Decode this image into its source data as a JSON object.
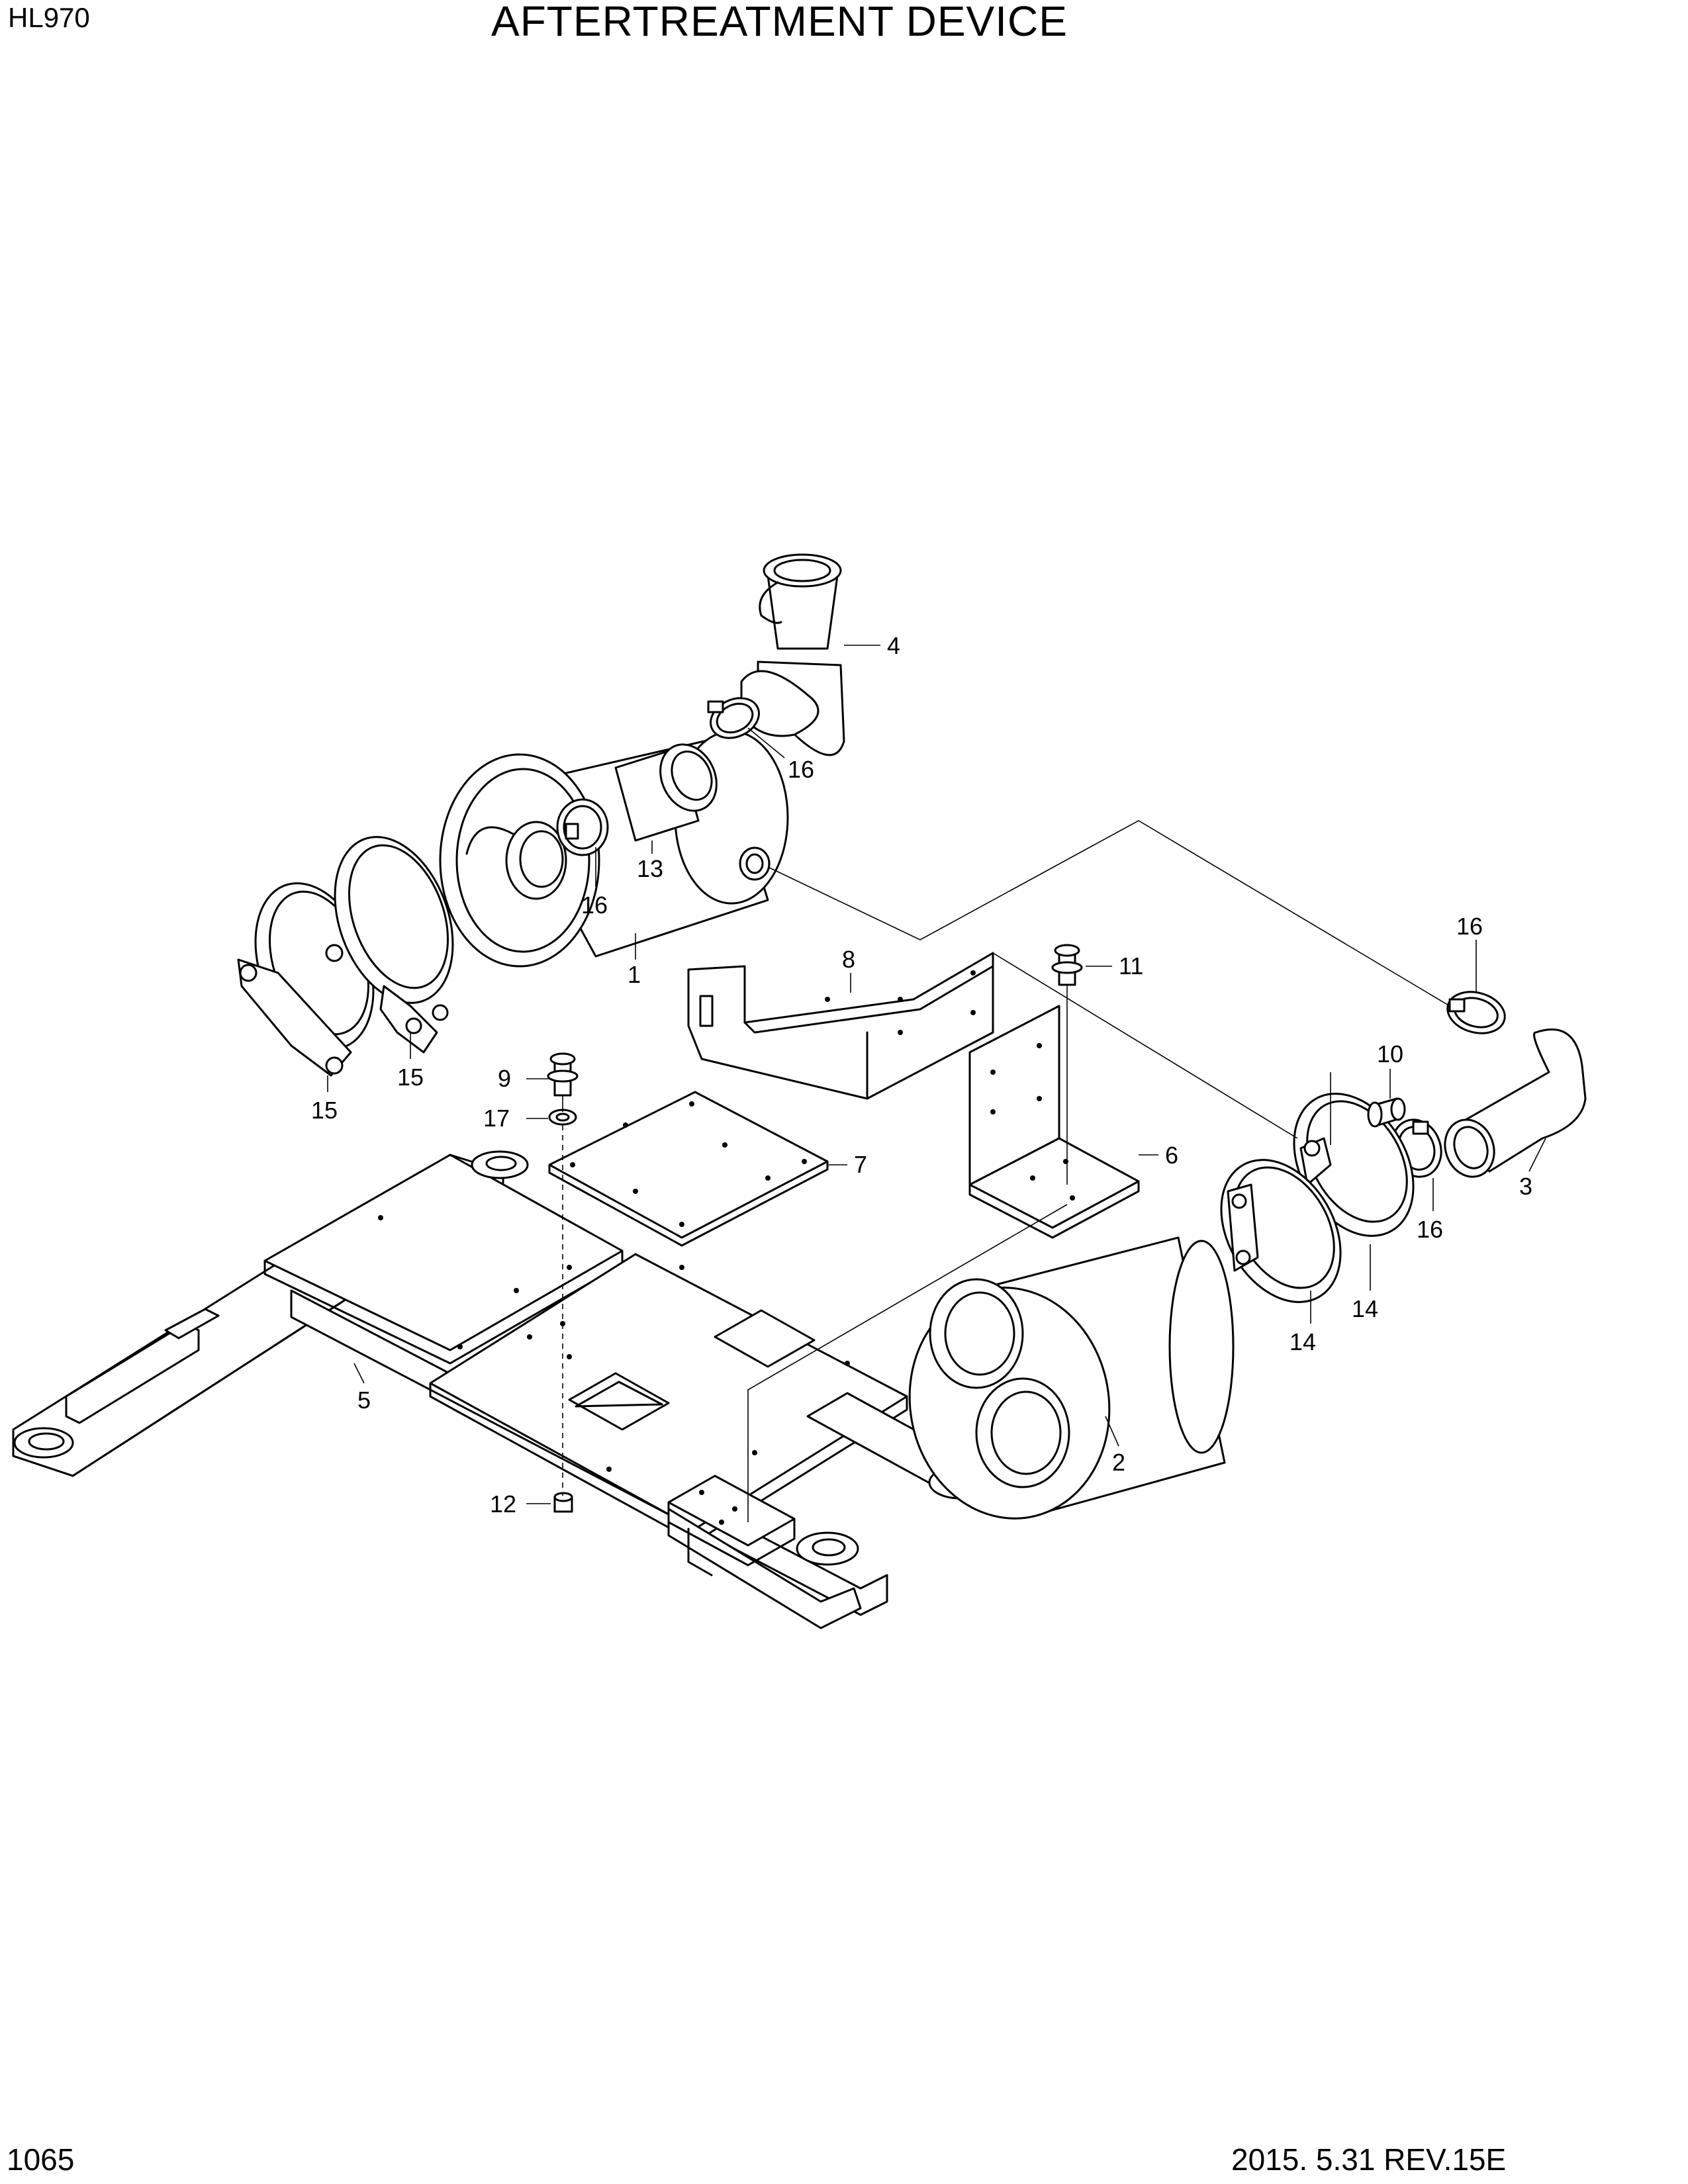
{
  "header": {
    "model": "HL970",
    "title": "AFTERTREATMENT DEVICE"
  },
  "footer": {
    "page_number": "1065",
    "date_revision": "2015. 5.31  REV.15E"
  },
  "callouts": {
    "c1": "1",
    "c2": "2",
    "c3": "3",
    "c4": "4",
    "c5": "5",
    "c6": "6",
    "c7": "7",
    "c8": "8",
    "c9": "9",
    "c10": "10",
    "c11": "11",
    "c12": "12",
    "c13": "13",
    "c14a": "14",
    "c14b": "14",
    "c15a": "15",
    "c15b": "15",
    "c16a": "16",
    "c16b": "16",
    "c16c": "16",
    "c16d": "16",
    "c17": "17"
  }
}
